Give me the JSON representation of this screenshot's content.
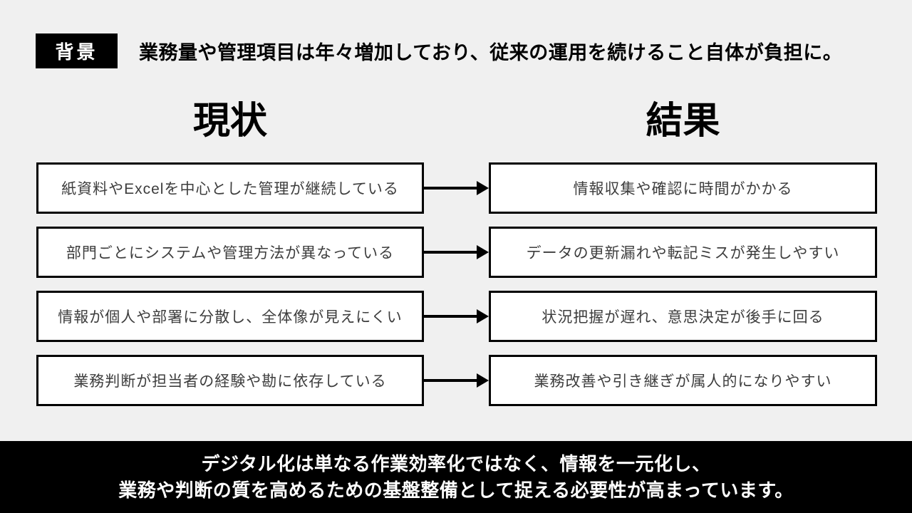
{
  "slide": {
    "background_color": "#f0f0f0",
    "header": {
      "badge_label": "背景",
      "title": "業務量や管理項目は年々増加しており、従来の運用を続けること自体が負担に。"
    },
    "columns": {
      "current_heading": "現状",
      "result_heading": "結果"
    },
    "rows": [
      {
        "current": "紙資料やExcelを中心とした管理が継続している",
        "result": "情報収集や確認に時間がかかる"
      },
      {
        "current": "部門ごとにシステムや管理方法が異なっている",
        "result": "データの更新漏れや転記ミスが発生しやすい"
      },
      {
        "current": "情報が個人や部署に分散し、全体像が見えにくい",
        "result": "状況把握が遅れ、意思決定が後手に回る"
      },
      {
        "current": "業務判断が担当者の経験や勘に依存している",
        "result": "業務改善や引き継ぎが属人的になりやすい"
      }
    ],
    "footer": {
      "line1": "デジタル化は単なる作業効率化ではなく、情報を一元化し、",
      "line2": "業務や判断の質を高めるための基盤整備として捉える必要性が高まっています。"
    },
    "colors": {
      "background": "#f0f0f0",
      "accent": "#000000",
      "box_background": "#ffffff",
      "box_border": "#000000",
      "box_text": "#3d3d3d",
      "footer_background": "#000000",
      "footer_text": "#ffffff"
    }
  }
}
